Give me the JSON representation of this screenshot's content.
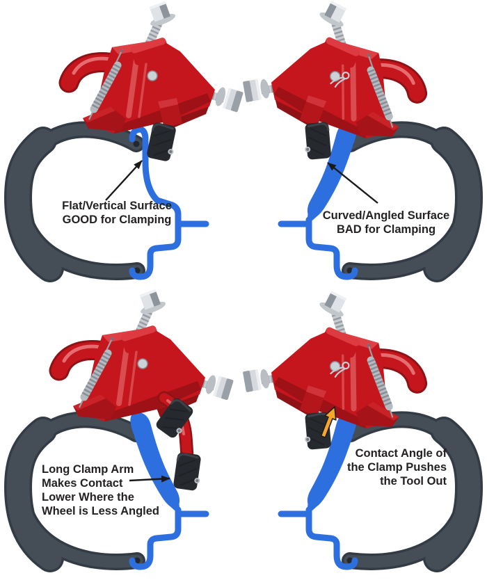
{
  "figure": {
    "background": "#ffffff",
    "panels": [
      {
        "id": "top-left",
        "verdict": "GOOD",
        "caption_lines": [
          "Flat/Vertical Surface",
          "GOOD for Clamping"
        ]
      },
      {
        "id": "top-right",
        "verdict": "BAD",
        "caption_lines": [
          "Curved/Angled Surface",
          "BAD for Clamping"
        ]
      },
      {
        "id": "bottom-left",
        "caption_lines": [
          "Long Clamp Arm",
          "Makes Contact",
          "Lower Where the",
          "Wheel is Less Angled"
        ]
      },
      {
        "id": "bottom-right",
        "caption_lines": [
          "Contact Angle of",
          "the Clamp Pushes",
          "the Tool Out"
        ]
      }
    ],
    "icons": {
      "annotation_arrow": "black-pointer-arrow",
      "push_out_arrow": "orange-force-arrow",
      "retaining_clip": "hairpin-cotter-clip"
    },
    "colors": {
      "clamp_red": "#c4161c",
      "clamp_red_dark": "#8f1216",
      "rim_blue": "#2e6fe0",
      "tire_gray": "#454d57",
      "pad_black": "#26292d",
      "chrome_silver": "#ccd1d6",
      "push_arrow_orange": "#f5a62b",
      "text": "#242122"
    }
  }
}
